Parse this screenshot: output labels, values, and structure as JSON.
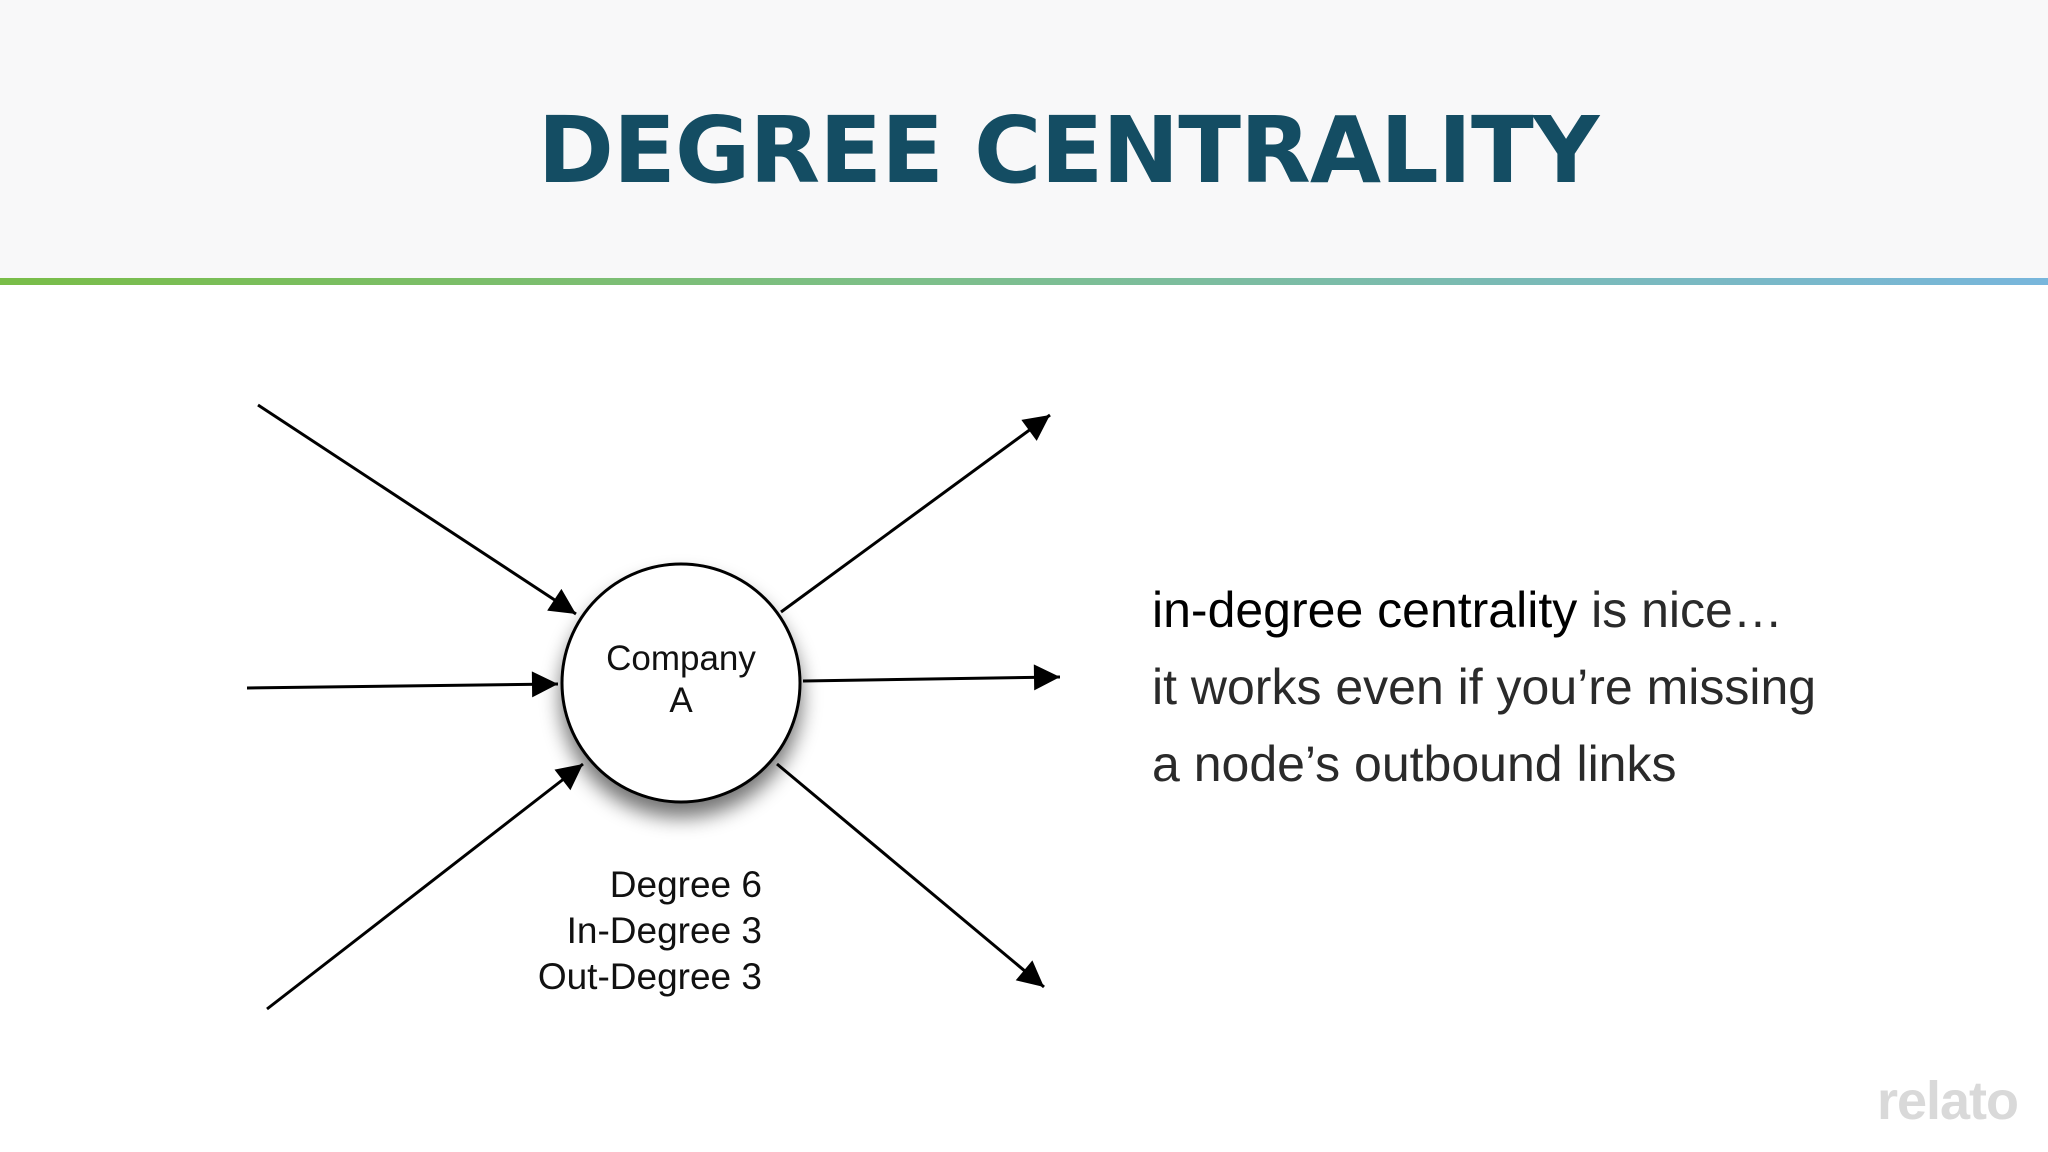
{
  "header": {
    "title": "DEGREE CENTRALITY"
  },
  "diagram": {
    "node": {
      "label_line1": "Company",
      "label_line2": "A"
    },
    "stats": [
      "Degree 6",
      "In-Degree 3",
      "Out-Degree 3"
    ],
    "incoming_edges": 3,
    "outgoing_edges": 3
  },
  "caption": {
    "line1_strong": "in-degree centrality",
    "line1_rest": " is nice…",
    "line2": "it works even if you’re missing",
    "line3": "a node’s outbound links"
  },
  "brand": {
    "logo_text": "relato"
  },
  "colors": {
    "title": "#144d63",
    "rule_start": "#79bd48",
    "rule_end": "#78b6dc"
  }
}
